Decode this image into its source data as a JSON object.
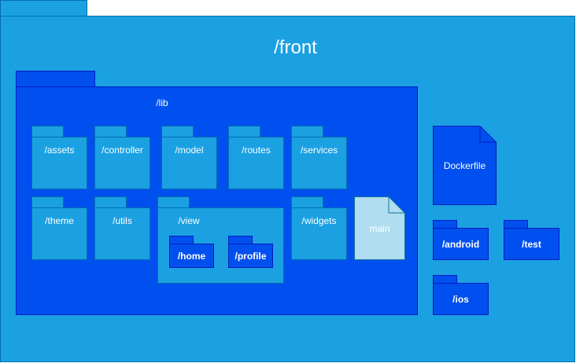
{
  "diagram": {
    "root": {
      "label": "/front"
    },
    "lib": {
      "label": "/lib",
      "folders": [
        {
          "label": "/assets"
        },
        {
          "label": "/controller"
        },
        {
          "label": "/model"
        },
        {
          "label": "/routes"
        },
        {
          "label": "/services"
        },
        {
          "label": "/theme"
        },
        {
          "label": "/utils"
        },
        {
          "label": "/widgets"
        }
      ],
      "view": {
        "label": "/view",
        "children": [
          {
            "label": "/home"
          },
          {
            "label": "/profile"
          }
        ]
      },
      "main_file": {
        "label": "main"
      }
    },
    "dockerfile": {
      "label": "Dockerfile"
    },
    "platform_folders": [
      {
        "label": "/android"
      },
      {
        "label": "/test"
      },
      {
        "label": "/ios"
      }
    ]
  },
  "colors": {
    "light_blue": "#1ba1e2",
    "royal_blue": "#0050ef",
    "pale_file": "#b1ddf0"
  }
}
